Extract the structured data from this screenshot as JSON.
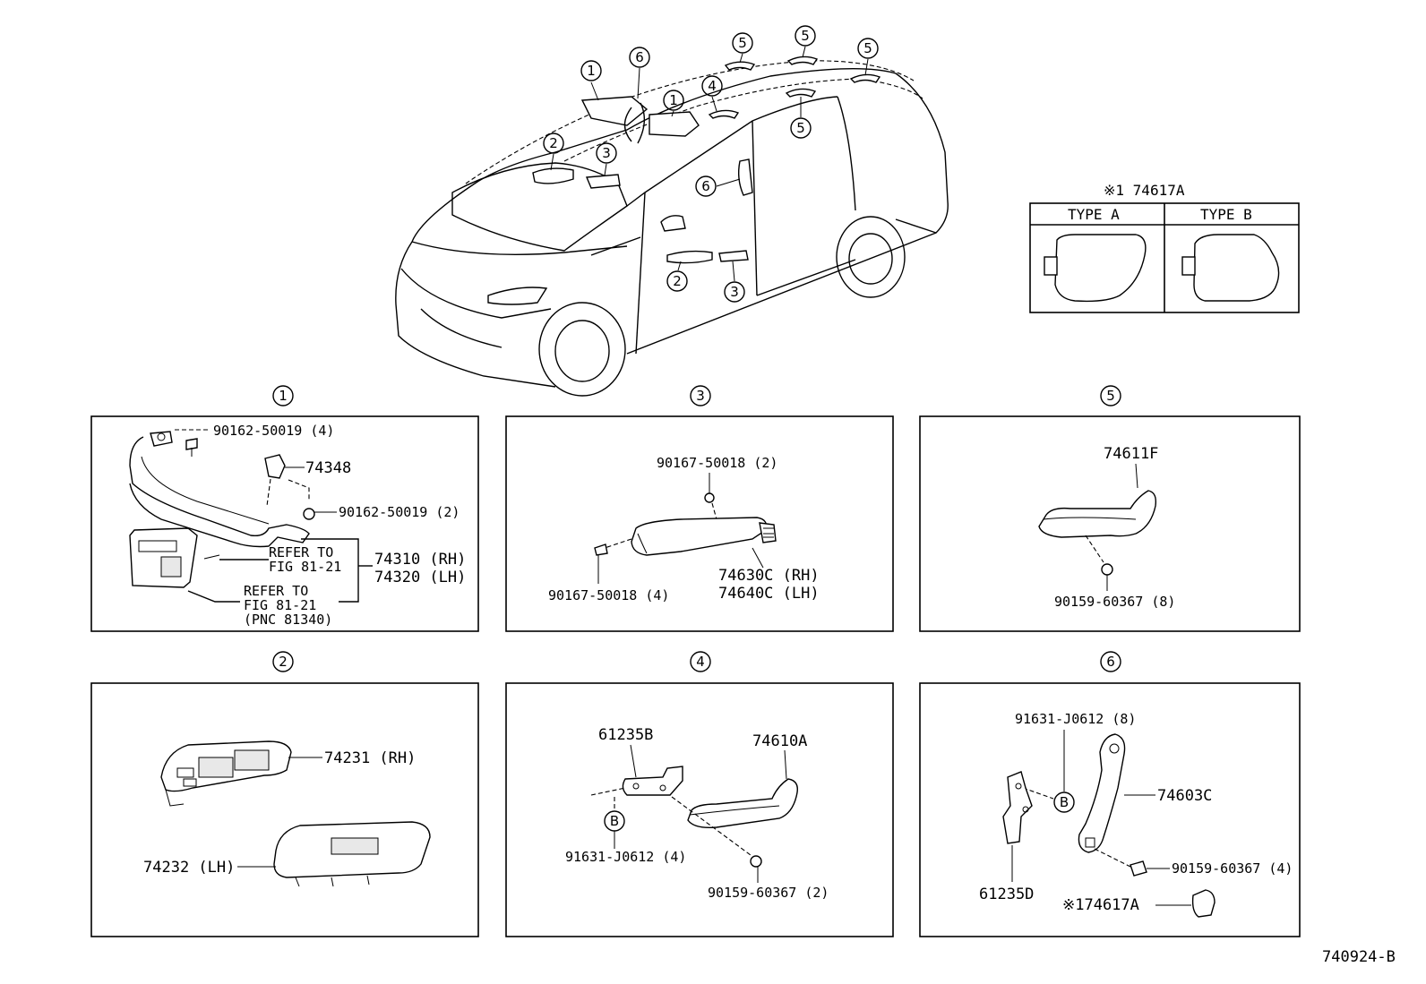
{
  "callouts": {
    "c1": "1",
    "c2": "2",
    "c3": "3",
    "c4": "4",
    "c5": "5",
    "c6": "6",
    "cB": "B"
  },
  "inset": {
    "title": "※1  74617A",
    "type_a": "TYPE A",
    "type_b": "TYPE B"
  },
  "panel1": {
    "screw_a": "90162-50019 (4)",
    "bracket": "74348",
    "screw_b": "90162-50019 (2)",
    "refer1_line1": "REFER TO",
    "refer1_line2": "FIG 81-21",
    "refer2_line1": "REFER TO",
    "refer2_line2": "FIG 81-21",
    "refer2_line3": "(PNC 81340)",
    "visor_rh": "74310 (RH)",
    "visor_lh": "74320 (LH)"
  },
  "panel2": {
    "switch_rh": "74231 (RH)",
    "switch_lh": "74232 (LH)"
  },
  "panel3": {
    "screw_top": "90167-50018 (2)",
    "screw_bottom": "90167-50018 (4)",
    "armrest_rh": "74630C (RH)",
    "armrest_lh": "74640C (LH)"
  },
  "panel4": {
    "bracket": "61235B",
    "grip": "74610A",
    "clip": "91631-J0612 (4)",
    "screw": "90159-60367 (2)"
  },
  "panel5": {
    "grip": "74611F",
    "screw": "90159-60367 (8)"
  },
  "panel6": {
    "clip": "91631-J0612 (8)",
    "grip": "74603C",
    "screw": "90159-60367 (4)",
    "bracket": "61235D",
    "cover": "※174617A"
  },
  "footer": {
    "figure_id": "740924-B"
  }
}
